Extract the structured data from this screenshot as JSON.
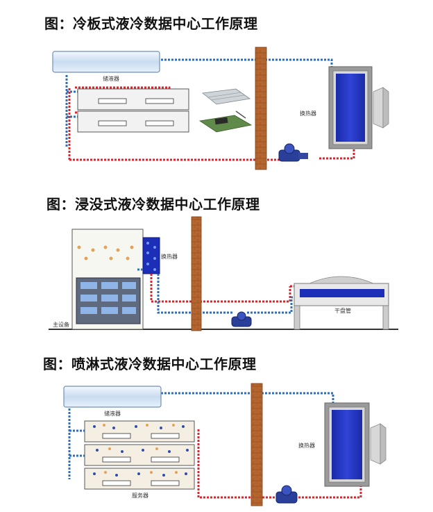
{
  "panels": {
    "cold_plate": {
      "title": "图：冷板式液冷数据中心工作原理",
      "reservoir_label": "储液器",
      "heat_exchanger_label": "换热器"
    },
    "immersion": {
      "title": "图：浸没式液冷数据中心工作原理",
      "heat_exchanger_label": "换热器",
      "dry_cooler_label": "干盘管",
      "main_unit_label": "主设备"
    },
    "spray": {
      "title": "图：喷淋式液冷数据中心工作原理",
      "reservoir_label": "储液器",
      "heat_exchanger_label": "换热器",
      "server_label": "服务器"
    }
  },
  "colors": {
    "hot_pipe": "#d9262c",
    "cold_pipe": "#2e6fb7",
    "wall": "#b5652e",
    "exchanger_core": "#1d2fb8",
    "pump": "#2a3f9a"
  }
}
